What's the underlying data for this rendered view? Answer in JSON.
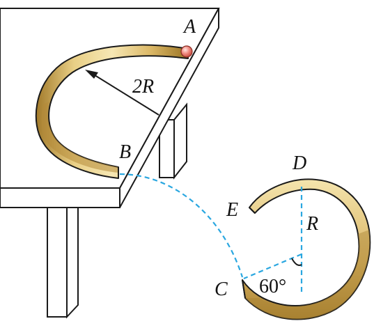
{
  "diagram": {
    "labels": {
      "A": "A",
      "B": "B",
      "C": "C",
      "D": "D",
      "E": "E",
      "radius_large": "2R",
      "radius_small": "R",
      "angle": "60°"
    },
    "colors": {
      "track_light": "#f3e2a8",
      "track_mid": "#dcb968",
      "track_dark": "#9a7424",
      "path_dashed": "#2aa7e0",
      "ball": "#f08a80",
      "outline": "#1a1a1a"
    }
  }
}
